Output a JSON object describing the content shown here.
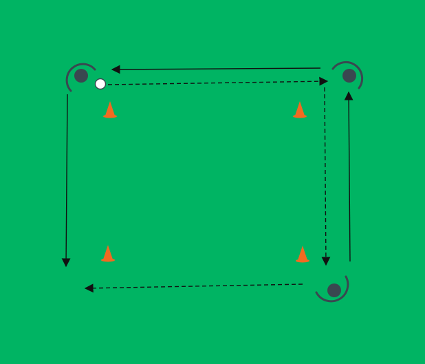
{
  "diagram": {
    "field_color": "#00b463",
    "player_color": "#3a4750",
    "cone_color": "#f26a21",
    "ball_color": "#ffffff",
    "line_color": "#111111",
    "players": [
      {
        "id": "player-top-left",
        "icon": "player-marker-icon"
      },
      {
        "id": "player-top-right",
        "icon": "player-marker-icon"
      },
      {
        "id": "player-bottom-right",
        "icon": "player-marker-icon"
      }
    ],
    "cones": [
      {
        "id": "cone-top-left",
        "icon": "cone-icon"
      },
      {
        "id": "cone-top-right",
        "icon": "cone-icon"
      },
      {
        "id": "cone-bottom-left",
        "icon": "cone-icon"
      },
      {
        "id": "cone-bottom-right",
        "icon": "cone-icon"
      }
    ],
    "ball": {
      "icon": "ball-icon"
    },
    "movements": [
      {
        "id": "run-top",
        "style": "solid-run"
      },
      {
        "id": "pass-top",
        "style": "dashed-pass"
      },
      {
        "id": "pass-right",
        "style": "dashed-pass"
      },
      {
        "id": "run-right",
        "style": "solid-run"
      },
      {
        "id": "pass-bottom",
        "style": "dashed-pass"
      },
      {
        "id": "run-left",
        "style": "solid-run"
      }
    ]
  }
}
